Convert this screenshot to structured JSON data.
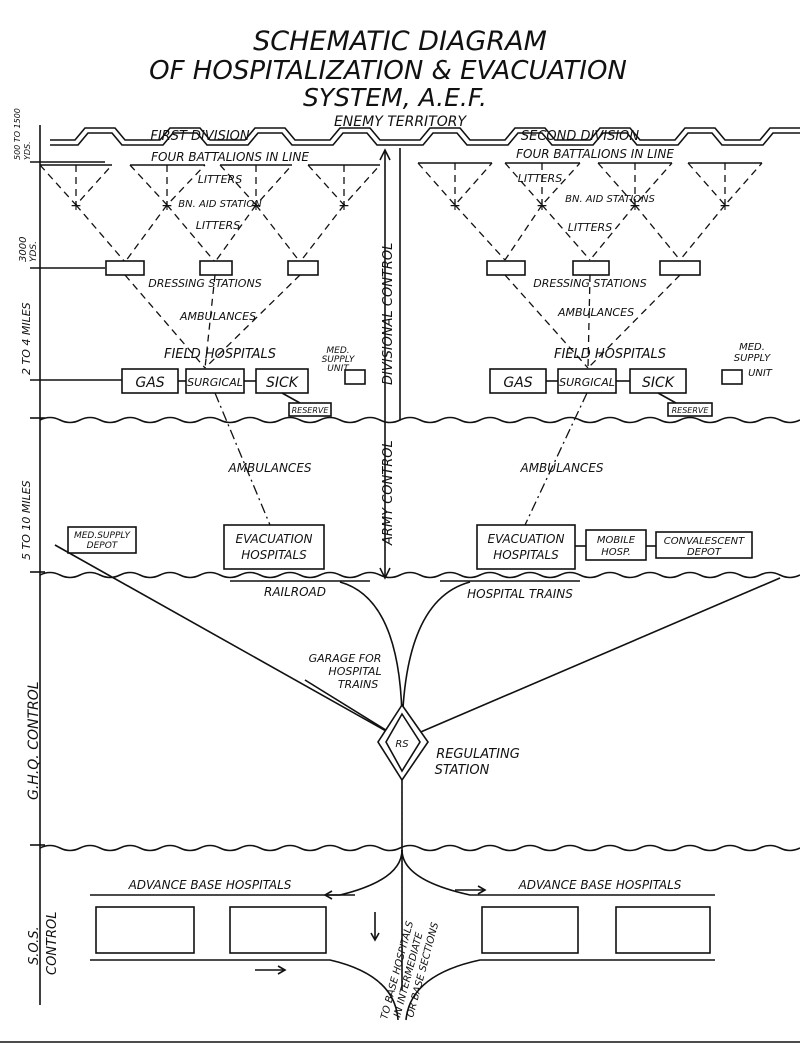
{
  "title": {
    "line1": "SCHEMATIC DIAGRAM",
    "line2": "OF HOSPITALIZATION & EVACUATION",
    "line3": "SYSTEM, A.E.F."
  },
  "top": {
    "enemy_territory": "ENEMY TERRITORY",
    "first_division": "FIRST DIVISION",
    "second_division": "SECOND DIVISION"
  },
  "left_scale": {
    "s1": "500 TO 1500",
    "s1b": "YDS.",
    "s2": "3000",
    "s2b": "YDS.",
    "s3": "2 TO 4 MILES",
    "s4": "5 TO 10 MILES",
    "s5": "G.H.Q. CONTROL",
    "s6": "S.O.S.",
    "s6b": "CONTROL"
  },
  "center": {
    "divisional_control": "DIVISIONAL CONTROL",
    "army_control": "ARMY CONTROL"
  },
  "division_left": {
    "battalions": "FOUR BATTALIONS IN LINE",
    "litters1": "LITTERS",
    "aid_station": "BN. AID STATION",
    "litters2": "LITTERS",
    "dressing": "DRESSING STATIONS",
    "ambulances": "AMBULANCES",
    "field_hospitals": "FIELD HOSPITALS",
    "med_supply_unit": "MED. SUPPLY UNIT",
    "gas": "GAS",
    "surgical": "SURGICAL",
    "sick": "SICK",
    "reserve": "RESERVE",
    "ambulances2": "AMBULANCES",
    "med_supply_depot": "MED. SUPPLY DEPOT",
    "evac1": "EVACUATION",
    "evac2": "HOSPITALS"
  },
  "division_right": {
    "battalions": "FOUR BATTALIONS IN LINE",
    "litters1": "LITTERS",
    "aid_stations": "BN. AID STATIONS",
    "litters2": "LITTERS",
    "dressing": "DRESSING STATIONS",
    "ambulances": "AMBULANCES",
    "field_hospitals": "FIELD HOSPITALS",
    "med1": "MED.",
    "med2": "SUPPLY",
    "med3": "UNIT",
    "gas": "GAS",
    "surgical": "SURGICAL",
    "sick": "SICK",
    "reserve": "RESERVE",
    "ambulances2": "AMBULANCES",
    "evac1": "EVACUATION",
    "evac2": "HOSPITALS",
    "mobile1": "MOBILE",
    "mobile2": "HOSP.",
    "conv1": "CONVALESCENT",
    "conv2": "DEPOT"
  },
  "rail": {
    "railroad": "RAILROAD",
    "hospital_trains": "HOSPITAL TRAINS",
    "garage1": "GARAGE FOR",
    "garage2": "HOSPITAL",
    "garage3": "TRAINS",
    "regulating1": "REGULATING",
    "regulating2": "STATION",
    "rs_mark": "RS"
  },
  "base": {
    "advance_left": "ADVANCE BASE HOSPITALS",
    "advance_right": "ADVANCE BASE HOSPITALS",
    "to_base1": "TO BASE HOSPITALS",
    "to_base2": "IN INTERMEDIATE",
    "to_base3": "OR BASE SECTIONS"
  }
}
